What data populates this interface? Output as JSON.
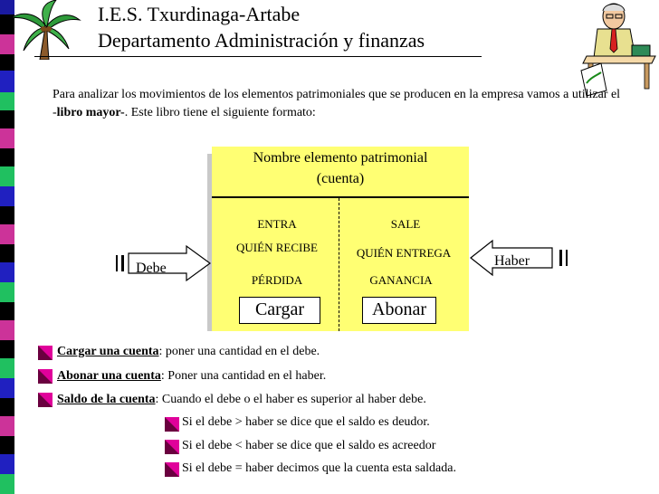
{
  "header": {
    "line1": "I.E.S. Txurdinaga-Artabe",
    "line2": "Departamento Administración y finanzas"
  },
  "intro": {
    "part1": "Para analizar los movimientos de los elementos patrimoniales que se producen en la empresa vamos a utilizar el -",
    "bold": "libro mayor-",
    "part2": ". Este libro tiene el siguiente formato:"
  },
  "ledger": {
    "name_line1": "Nombre elemento patrimonial",
    "name_line2": "(cuenta)",
    "left": {
      "line1": "ENTRA",
      "line2": "QUIÉN RECIBE",
      "line3": "PÉRDIDA",
      "box": "Cargar"
    },
    "right": {
      "line1": "SALE",
      "line2": "QUIÉN ENTREGA",
      "line3": "GANANCIA",
      "box": "Abonar"
    },
    "debe_label": "Debe",
    "haber_label": "Haber"
  },
  "definitions": [
    {
      "term": "Cargar una cuenta",
      "text": ": poner una cantidad en el debe."
    },
    {
      "term": "Abonar una cuenta",
      "text": ": Poner una cantidad en el haber."
    },
    {
      "term": "Saldo de la cuenta",
      "text": ": Cuando el debe o el haber es superior al haber debe."
    }
  ],
  "sub_items": [
    "Si el debe > haber se dice que el saldo es deudor.",
    "Si el debe < haber se dice que el saldo es acreedor",
    "Si el debe = haber decimos que la cuenta esta saldada."
  ],
  "colors": {
    "ledger_fill": "#ffff73",
    "bullet_magenta": "#e0009a",
    "bullet_dark": "#6a003f",
    "stripe_blue": "#2020c0",
    "stripe_green": "#20c060"
  }
}
